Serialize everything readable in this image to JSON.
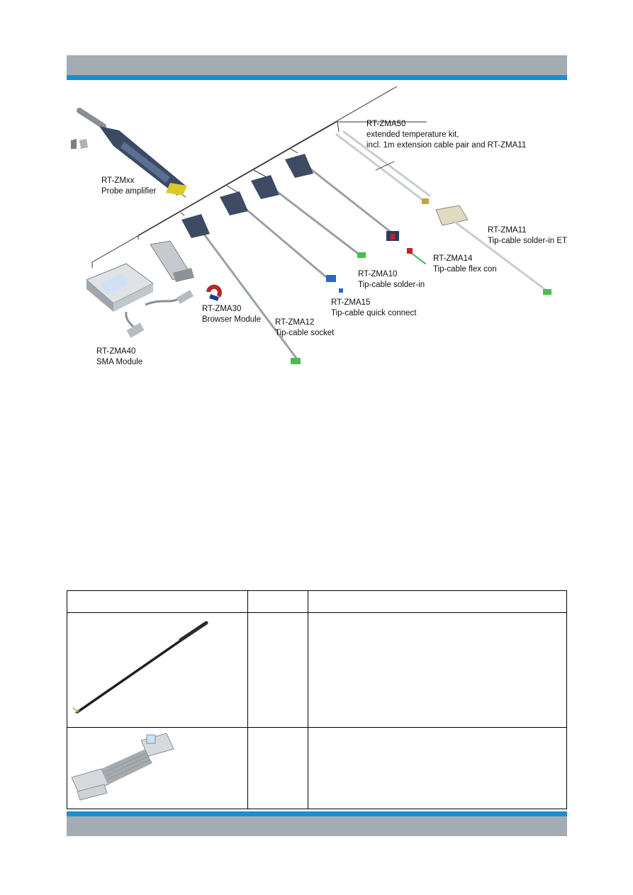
{
  "figure": {
    "labels": {
      "zmxx": [
        "RT-ZMxx",
        "Probe amplifier"
      ],
      "zma50": [
        "RT-ZMA50",
        "extended temperature kit,",
        "incl. 1m extension cable pair and RT-ZMA11"
      ],
      "zma11": [
        "RT-ZMA11",
        "Tip-cable solder-in ET"
      ],
      "zma14": [
        "RT-ZMA14",
        "Tip-cable flex con"
      ],
      "zma10": [
        "RT-ZMA10",
        "Tip-cable solder-in"
      ],
      "zma15": [
        "RT-ZMA15",
        "Tip-cable quick connect"
      ],
      "zma30": [
        "RT-ZMA30",
        "Browser Module"
      ],
      "zma12": [
        "RT-ZMA12",
        "Tip-cable socket"
      ],
      "zma40": [
        "RT-ZMA40",
        "SMA Module"
      ]
    }
  },
  "colors": {
    "header_gray": "#a3acb3",
    "brand_blue": "#1a8fd1"
  }
}
